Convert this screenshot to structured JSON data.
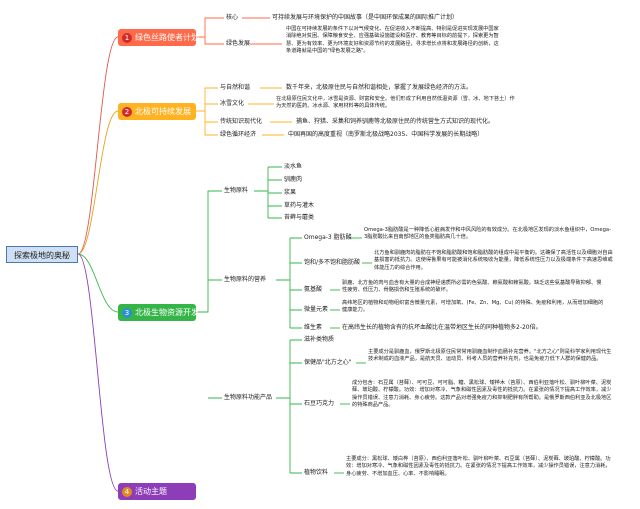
{
  "root": {
    "label": "探索极地的奥秘"
  },
  "branches": [
    {
      "num": "1",
      "label": "绿色丝路使者计划"
    },
    {
      "num": "2",
      "label": "北极可持续发展"
    },
    {
      "num": "3",
      "label": "北极生物资源开发"
    },
    {
      "num": "4",
      "label": "活动主题"
    }
  ],
  "b1": {
    "core_label": "核心",
    "core_text": "可持续发展与环境保护的中国故事（是中国环保成果的国际推广计划）",
    "green_label": "绿色发展",
    "green_text": "中国在可持续发展的条件下以对气候变化、在促进收入不断提高、特别是促进实现发展中国家消除绝对贫困、保障粮食安全、应强基础设施建设和医疗、教育等目标的前提下，探索更为智慧、更为有效率、更为环境友好和资源节约的发展路径，寻求增长点将和发展路径的创新，这条道路就是中国的\"绿色发展之路\"。"
  },
  "b2": {
    "items": [
      {
        "label": "与自然和谐",
        "text": "数千年来，北极原住民与自然和谐相处，掌握了发展绿色经济的方法。"
      },
      {
        "label": "冰雪文化",
        "text": "在北极原住民文化中，冰雪是资源、财富和安全。他们形成了利用自然低温资源（雪、冰、地下苔土）作为天然的医药、冰水源、家用材料等的具体传统。"
      },
      {
        "label": "传统知识现代化",
        "text": "捕鱼、狩猎、采集和饲养驯鹿等北极原住民的传统营生方式知识的现代化。"
      },
      {
        "label": "绿色循环经济",
        "text": "中国再国的高度重视（南罗斯北极战略2035、中国科学发展的长期战略）"
      }
    ]
  },
  "b3": {
    "raw_label": "生物原料",
    "raw_items": [
      "淡水鱼",
      "驯鹿肉",
      "浆果",
      "草药与灌木",
      "苔藓与蘑类"
    ],
    "nutri_label": "生物原料的营养",
    "nutri_items": [
      {
        "label": "Omega-3 脂肪酸",
        "text": "Omega-3脂肪酸是一种降低心脏病发作和中风风险的有效成分。在北极地区发现的淡水鱼组织中，Omega-3脂肪酸比来自南部地区的鱼类脂肪高几十倍。"
      },
      {
        "label": "饱和/多不饱和脂肪酸",
        "text": "北方鱼和驯鹿肉的脂肪在不饱和脂肪酸和饱和脂肪酸的组成中是平衡的。这确保了高活性以及细胞对自由基损害的抵抗力。这使得鲁果有可能被消化系统吸收为能量，降低系统性压力以及极端条件下高速思维或体能压力的综合作用。"
      },
      {
        "label": "氨基酸",
        "text": "驯鹿、北方鱼的肉与血含有大量的合成神经递质所必需的色氨酸、赖氨酸和赖氨酸。缺乏这些氨基酸导致抑郁、慢性疲劳、低压力、骨骼损伤和生殖系统的破坏。"
      },
      {
        "label": "微量元素",
        "text": "高纬地区的植物和动物组织富含微量元素，可增加氧、(Fe、Zn、Mg、Cu) 的特殊、免疫和利用，从而增加细胞的健康能力。"
      },
      {
        "label": "维生素",
        "text": "在高纬生长的植物含有的抗坏血酸比在温带地区生长的同种植物多2-20倍。"
      }
    ],
    "product_label": "生物原料功能产品",
    "product_items": [
      {
        "label": "滋补类物质",
        "text": ""
      },
      {
        "label": "保健品\"北方之心\"",
        "text": "主要成分是驯鹿血，俄罗斯北极原住民常常用驯鹿血制作血肠补充营养。\"北方之心\"则是科学家利用现代生技术制成的血液产品，是航天员、运动员、科考人员的营养补充剂，也是免疫力低下人群的保健药品。"
      },
      {
        "label": "石豆巧克力",
        "text": "成分包含：石豆属（苔藓）、可可豆、可可脂、糖、黑松球、矮桦木（苔原）、西伯利亚落叶松、驯叶柳叶菜、泥炭藓、玻珀酸、柠檬酸。功效：增加对寒冷、气象和磁性因素及毒性的抵抗力。在紧张的情况下提高工作效率，减少操作员错误、注意力消耗、身心疲劳。这款产品对增强免疫力和抑制肥胖有所帮助。是俄罗斯西伯利亚及北极地区的特殊商品产品。"
      },
      {
        "label": "植物饮料",
        "text": "主要成分：黑松球、矮白桦（苔原）、西伯利亚落叶松、驯叶柳叶菜、石豆属（苔藓）、泥炭藓、玻珀酸、柠檬酸。功效：增加对寒冷、气象和磁性因素及毒性的抵抗力。在紧张的情况下提高工作效率，减少操作员错误，注意力消耗，身心疲劳、不增加血压、心率、不影响睡眠。"
      }
    ]
  }
}
